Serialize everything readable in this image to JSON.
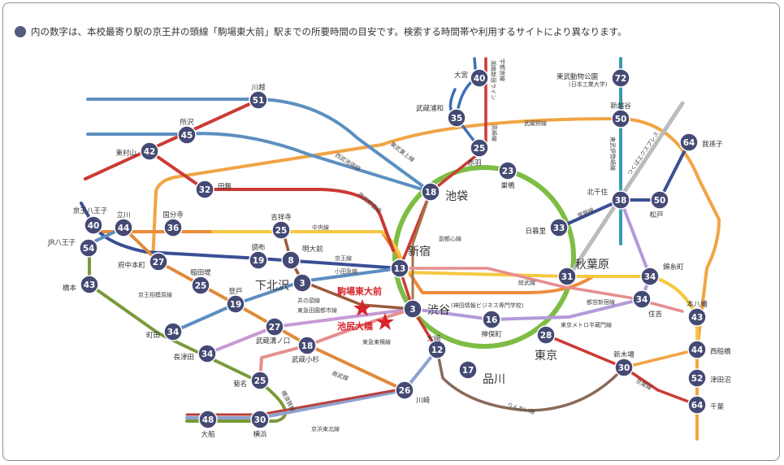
{
  "note": "内の数字は、本校最寄り駅の京王井の頭線「駒場東大前」駅までの所要時間の目安です。検索する時間帯や利用するサイトにより異なります。",
  "colors": {
    "circle": "#7dbd44",
    "orange": "#f1a445",
    "red": "#cc3a34",
    "blue": "#5c8fc0",
    "navy": "#3a4f95",
    "marker": "#444a74",
    "highlight": "#d8232a"
  },
  "highlight": {
    "komaba": "駒場東大前",
    "ikejiri": "池尻大橋"
  },
  "stations": [
    {
      "id": "kawagoe",
      "label": "川越",
      "minutes": "51"
    },
    {
      "id": "tokorozawa",
      "label": "所沢",
      "minutes": "45"
    },
    {
      "id": "higashimurayama",
      "label": "東村山",
      "minutes": "42"
    },
    {
      "id": "tanashi",
      "label": "田無",
      "minutes": "32"
    },
    {
      "id": "keiohachioji",
      "label": "京王八王子",
      "minutes": "40"
    },
    {
      "id": "tachikawa",
      "label": "立川",
      "minutes": "44"
    },
    {
      "id": "kokubunji",
      "label": "国分寺",
      "minutes": "36"
    },
    {
      "id": "kichijoji",
      "label": "吉祥寺",
      "minutes": "25"
    },
    {
      "id": "jrhachioji",
      "label": "JR八王子",
      "minutes": "54"
    },
    {
      "id": "fuchu",
      "label": "府中本町",
      "minutes": "27"
    },
    {
      "id": "chofu",
      "label": "調布",
      "minutes": "19"
    },
    {
      "id": "meidaimae",
      "label": "明大前",
      "minutes": "8"
    },
    {
      "id": "hashimoto",
      "label": "橋本",
      "minutes": "43"
    },
    {
      "id": "inagizutsumi",
      "label": "稲田堤",
      "minutes": "25"
    },
    {
      "id": "shimokitazawa",
      "label": "下北沢",
      "minutes": "3"
    },
    {
      "id": "noborito",
      "label": "登戸",
      "minutes": "19"
    },
    {
      "id": "machida",
      "label": "町田",
      "minutes": "34"
    },
    {
      "id": "musashimizonokuchi",
      "label": "武蔵溝ノ口",
      "minutes": "27"
    },
    {
      "id": "musashikosugi",
      "label": "武蔵小杉",
      "minutes": "18"
    },
    {
      "id": "nagatsuta",
      "label": "長津田",
      "minutes": "34"
    },
    {
      "id": "kikuna",
      "label": "菊名",
      "minutes": "25"
    },
    {
      "id": "ofuna",
      "label": "大船",
      "minutes": "48"
    },
    {
      "id": "yokohama",
      "label": "横浜",
      "minutes": "30"
    },
    {
      "id": "kawasaki",
      "label": "川崎",
      "minutes": "26"
    },
    {
      "id": "ikebukuro",
      "label": "池袋",
      "minutes": "18"
    },
    {
      "id": "shinjuku",
      "label": "新宿",
      "minutes": "13"
    },
    {
      "id": "shibuya",
      "label": "渋谷",
      "minutes": "3"
    },
    {
      "id": "osaki",
      "label": "大崎",
      "minutes": "12"
    },
    {
      "id": "shinagawa",
      "label": "品川",
      "minutes": "17"
    },
    {
      "id": "tokyo",
      "label": "東京",
      "minutes": "28"
    },
    {
      "id": "jimbocho",
      "label": "神保町",
      "minutes": "16"
    },
    {
      "id": "akihabara",
      "label": "秋葉原",
      "minutes": "31"
    },
    {
      "id": "nippori",
      "label": "日暮里",
      "minutes": "33"
    },
    {
      "id": "sugamo",
      "label": "巣鴨",
      "minutes": "23"
    },
    {
      "id": "akabane",
      "label": "赤羽",
      "minutes": "25"
    },
    {
      "id": "musashiurawa",
      "label": "武蔵浦和",
      "minutes": "35"
    },
    {
      "id": "omiya",
      "label": "大宮",
      "minutes": "40"
    },
    {
      "id": "tobudobutsukoen",
      "label": "東武動物公園",
      "minutes": "72"
    },
    {
      "id": "shinkoshigaya",
      "label": "新越谷",
      "minutes": "50"
    },
    {
      "id": "kitasenju",
      "label": "北千住",
      "minutes": "38"
    },
    {
      "id": "matsudo",
      "label": "松戸",
      "minutes": "50"
    },
    {
      "id": "abiko",
      "label": "我孫子",
      "minutes": "64"
    },
    {
      "id": "kinshicho",
      "label": "錦糸町",
      "minutes": "34"
    },
    {
      "id": "sumiyoshi",
      "label": "住吉",
      "minutes": "34"
    },
    {
      "id": "motoyawata",
      "label": "本八幡",
      "minutes": "43"
    },
    {
      "id": "nishifunabashi",
      "label": "西船橋",
      "minutes": "44"
    },
    {
      "id": "tsudanuma",
      "label": "津田沼",
      "minutes": "52"
    },
    {
      "id": "chiba",
      "label": "千葉",
      "minutes": "64"
    },
    {
      "id": "shinkiba",
      "label": "新木場",
      "minutes": "30"
    }
  ],
  "extra_labels": {
    "nit": "(日本工業大学)",
    "kanda": "(神田情報ビジネス専門学校)"
  },
  "line_labels": {
    "tojo": "東武東上線",
    "ikebukurosen": "西武池袋線",
    "shinjukusen": "西武新宿線",
    "chuo": "中央線",
    "keio": "京王線",
    "odakyu": "小田急線",
    "sotetsu": "京王相模原線",
    "inokashira": "井の頭線",
    "denen": "東急田園都市線",
    "toyoko": "東急東横線",
    "nambu": "南武線",
    "yokosuka": "横須賀線",
    "keihin": "京浜東北線",
    "fukutoshin": "副都心線",
    "sobu": "総武線",
    "shinjukuline": "都営新宿線",
    "hanzomon": "東京メトロ半蔵門線",
    "rinkai": "りんかい線",
    "keiyo": "京葉線",
    "musashino": "武蔵野線",
    "shonan": "湘南新宿ライン",
    "utsunomiya": "宇都宮線",
    "takasaki": "高崎線",
    "tobuisesaki": "東武伊勢崎線",
    "tx": "つくばエクスプレス",
    "joban": "常磐線"
  }
}
